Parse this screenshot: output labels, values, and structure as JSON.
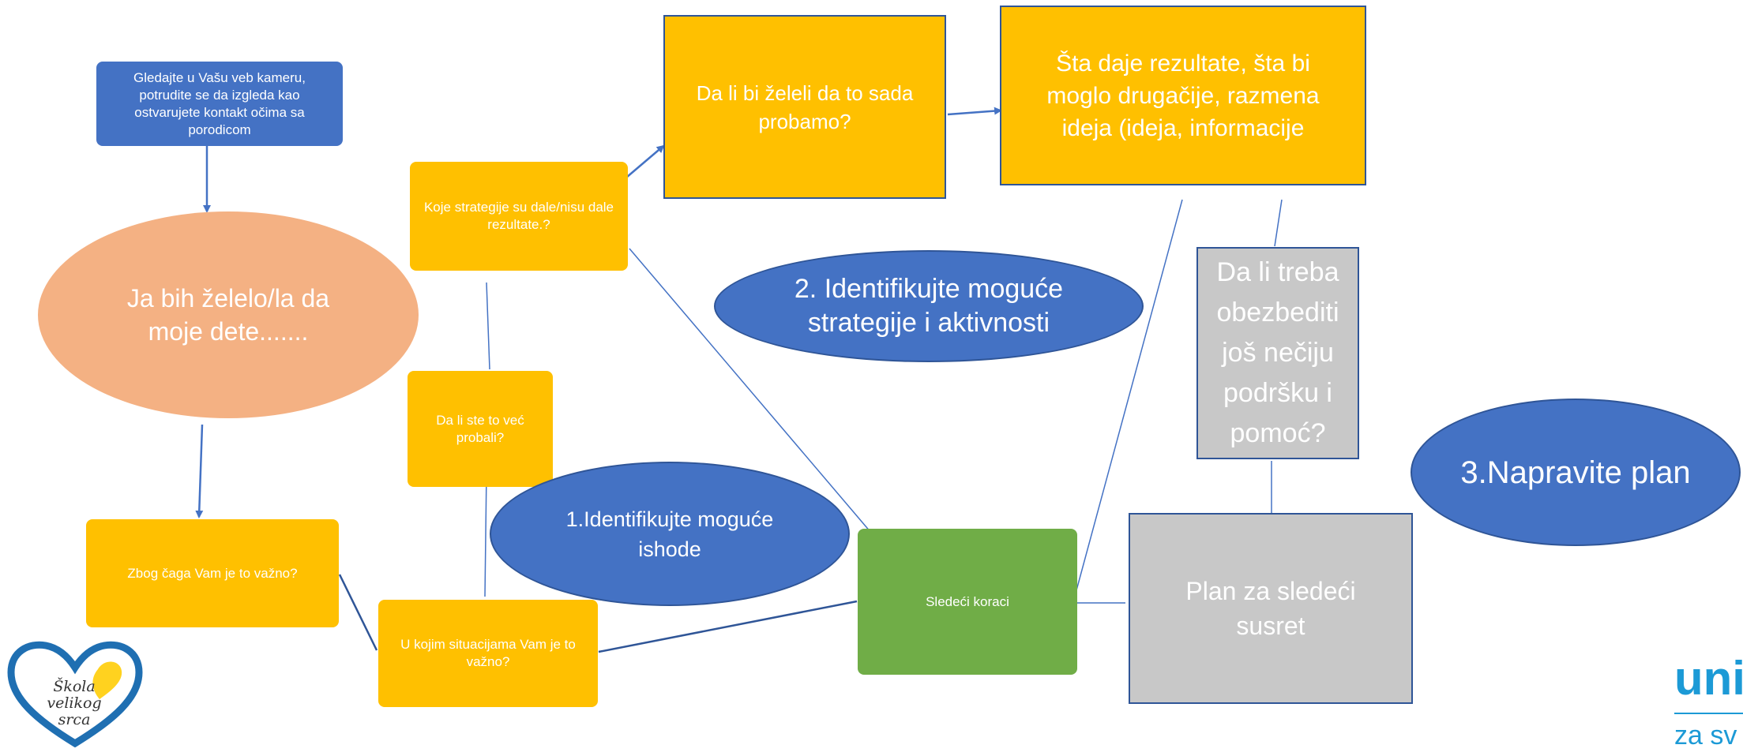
{
  "nodes": {
    "webcam": "Gledajte u Vašu veb kameru, potrudite se da izgleda kao ostvarujete kontakt očima sa porodicom",
    "wish": "Ja bih želelo/la da moje dete.......",
    "why": "Zbog čaga Vam je to važno?",
    "strategies": "Koje strategije su  dale/nisu dale rezultate.?",
    "tried": "Da li ste to već probali?",
    "situations": "U kojim situacijama Vam je to važno?",
    "try_now": "Da li  bi želeli da to sada probamo?",
    "results": "Šta  daje rezultate, šta bi moglo drugačije, razmena ideja (ideja, informacije",
    "support": "Da li treba obezbediti još nečiju podršku i pomoć?",
    "next_steps": "Sledeći koraci",
    "plan_next": "Plan za sledeći susret"
  },
  "steps": {
    "step1": "1.Identifikujte moguće ishode",
    "step2": "2. Identifikujte moguće strategije i aktivnosti",
    "step3": "3.Napravite plan"
  },
  "logos": {
    "skola_text": "Škola velikog srca",
    "unicef_top": "unic",
    "unicef_bottom": "za sv"
  },
  "colors": {
    "blue": "#4472c4",
    "gold": "#ffc000",
    "peach": "#f4b183",
    "green": "#70ad47",
    "grey": "#c8c8c8",
    "line": "#4472c4"
  }
}
